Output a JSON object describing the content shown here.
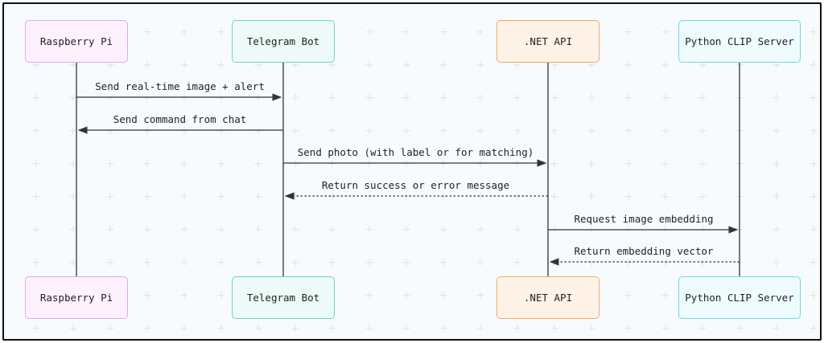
{
  "participants": [
    {
      "id": "pi",
      "label": "Raspberry Pi",
      "fill": "#fdf1fd",
      "stroke": "#e8a3ee"
    },
    {
      "id": "bot",
      "label": "Telegram Bot",
      "fill": "#ecfbf7",
      "stroke": "#6fd4c2"
    },
    {
      "id": "api",
      "label": ".NET API",
      "fill": "#fff3e8",
      "stroke": "#f2a86a"
    },
    {
      "id": "clip",
      "label": "Python CLIP Server",
      "fill": "#eefcfe",
      "stroke": "#72d6e8"
    }
  ],
  "messages": [
    {
      "from": "pi",
      "to": "bot",
      "label": "Send real-time image + alert",
      "style": "solid"
    },
    {
      "from": "bot",
      "to": "pi",
      "label": "Send command from chat",
      "style": "solid"
    },
    {
      "from": "bot",
      "to": "api",
      "label": "Send photo (with label or for matching)",
      "style": "solid"
    },
    {
      "from": "api",
      "to": "bot",
      "label": "Return success or error message",
      "style": "dotted"
    },
    {
      "from": "api",
      "to": "clip",
      "label": "Request image embedding",
      "style": "solid"
    },
    {
      "from": "clip",
      "to": "api",
      "label": "Return embedding vector",
      "style": "dotted"
    }
  ],
  "colors": {
    "line": "#333333",
    "grid_plus": "#dbe7ee",
    "background": "#f8fbfd"
  }
}
